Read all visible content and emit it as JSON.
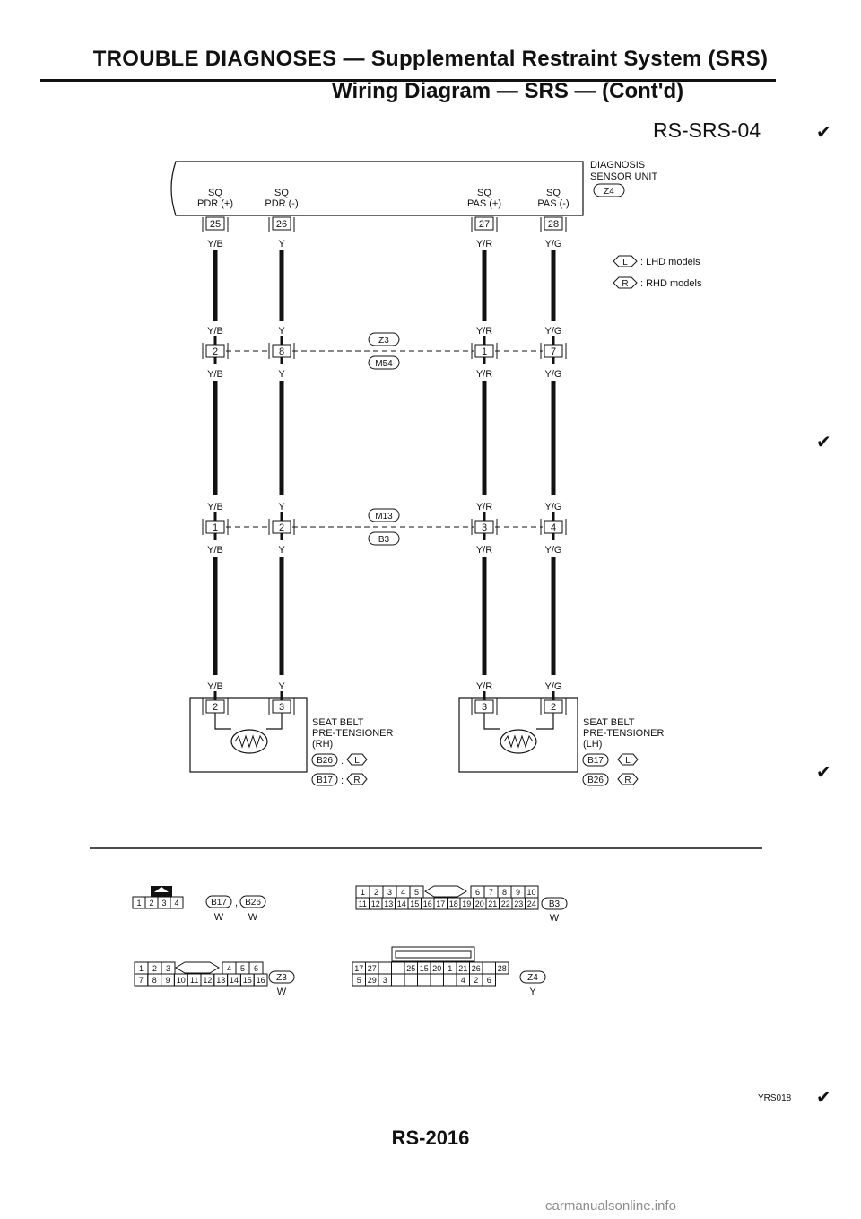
{
  "header": {
    "title": "TROUBLE DIAGNOSES — Supplemental Restraint System (SRS)",
    "subtitle": "Wiring Diagram — SRS — (Cont'd)",
    "diagram_code": "RS-SRS-04"
  },
  "sensor_unit": {
    "label_line1": "DIAGNOSIS",
    "label_line2": "SENSOR UNIT",
    "connector": "Z4",
    "pins": [
      {
        "name_line1": "SQ",
        "name_line2": "PDR (+)",
        "pin": "25",
        "wire": "Y/B"
      },
      {
        "name_line1": "SQ",
        "name_line2": "PDR (-)",
        "pin": "26",
        "wire": "Y"
      },
      {
        "name_line1": "SQ",
        "name_line2": "PAS (+)",
        "pin": "27",
        "wire": "Y/R"
      },
      {
        "name_line1": "SQ",
        "name_line2": "PAS (-)",
        "pin": "28",
        "wire": "Y/G"
      }
    ]
  },
  "legend": {
    "lhd": {
      "symbol": "L",
      "text": ": LHD models"
    },
    "rhd": {
      "symbol": "R",
      "text": ": RHD models"
    }
  },
  "junction1": {
    "conn_top": "Z3",
    "conn_bottom": "M54",
    "pins": [
      "2",
      "8",
      "1",
      "7"
    ],
    "wires_above": [
      "Y/B",
      "Y",
      "Y/R",
      "Y/G"
    ],
    "wires_below": [
      "Y/B",
      "Y",
      "Y/R",
      "Y/G"
    ]
  },
  "junction2": {
    "conn_top": "M13",
    "conn_bottom": "B3",
    "pins": [
      "1",
      "2",
      "3",
      "4"
    ],
    "wires_above": [
      "Y/B",
      "Y",
      "Y/R",
      "Y/G"
    ],
    "wires_below": [
      "Y/B",
      "Y",
      "Y/R",
      "Y/G"
    ]
  },
  "tensioner_rh": {
    "wires": [
      "Y/B",
      "Y"
    ],
    "pins": [
      "2",
      "3"
    ],
    "label_line1": "SEAT BELT",
    "label_line2": "PRE-TENSIONER",
    "label_line3": "(RH)",
    "conn_a": "B26",
    "conn_a_model": "L",
    "conn_b": "B17",
    "conn_b_model": "R"
  },
  "tensioner_lh": {
    "wires": [
      "Y/R",
      "Y/G"
    ],
    "pins": [
      "3",
      "2"
    ],
    "label_line1": "SEAT BELT",
    "label_line2": "PRE-TENSIONER",
    "label_line3": "(LH)",
    "conn_a": "B17",
    "conn_a_model": "L",
    "conn_b": "B26",
    "conn_b_model": "R"
  },
  "connectors": {
    "b17_b26": {
      "cells": [
        "1",
        "2",
        "3",
        "4"
      ],
      "name_a": "B17",
      "name_b": "B26",
      "color_a": "W",
      "color_b": "W"
    },
    "b3": {
      "row1_left": [
        "1",
        "2",
        "3",
        "4",
        "5"
      ],
      "row1_right": [
        "6",
        "7",
        "8",
        "9",
        "10"
      ],
      "row2": [
        "11",
        "12",
        "13",
        "14",
        "15",
        "16",
        "17",
        "18",
        "19",
        "20",
        "21",
        "22",
        "23",
        "24"
      ],
      "name": "B3",
      "color": "W"
    },
    "z3": {
      "row1_left": [
        "1",
        "2",
        "3"
      ],
      "row1_right": [
        "4",
        "5",
        "6"
      ],
      "row2": [
        "7",
        "8",
        "9",
        "10",
        "11",
        "12",
        "13",
        "14",
        "15",
        "16"
      ],
      "name": "Z3",
      "color": "W"
    },
    "z4": {
      "row1": [
        "17",
        "27",
        "",
        "",
        "25",
        "15",
        "20",
        "1",
        "21",
        "26",
        "",
        "28"
      ],
      "row2": [
        "5",
        "29",
        "3",
        "",
        "",
        "",
        "",
        "",
        "4",
        "2",
        "6"
      ],
      "name": "Z4",
      "color": "Y"
    }
  },
  "footer": {
    "page": "RS-2016",
    "ref": "YRS018",
    "watermark": "carmanualsonline.info"
  }
}
